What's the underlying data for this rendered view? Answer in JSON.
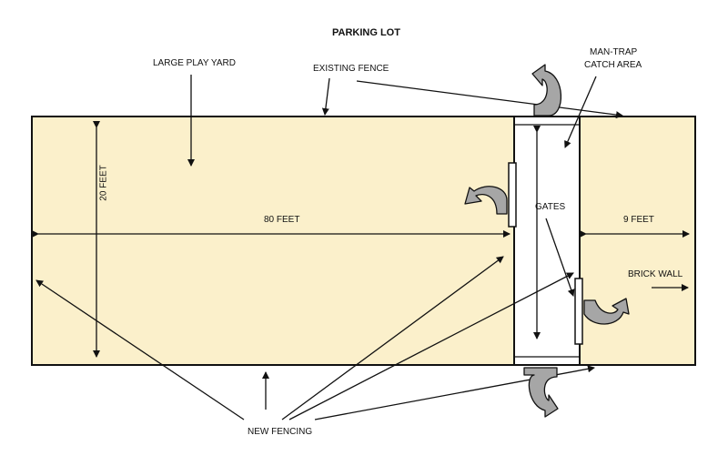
{
  "title": "PARKING LOT",
  "labels": {
    "large_play_yard": "LARGE PLAY YARD",
    "existing_fence": "EXISTING FENCE",
    "man_trap_line1": "MAN-TRAP",
    "man_trap_line2": "CATCH AREA",
    "twenty_feet": "20 FEET",
    "eighty_feet": "80 FEET",
    "gates": "GATES",
    "nine_feet": "9 FEET",
    "brick_wall": "BRICK WALL",
    "new_fencing": "NEW FENCING"
  },
  "colors": {
    "area_fill": "#FBF0CB",
    "line": "#111111",
    "gate_arrow_fill": "#A6A6A6"
  }
}
